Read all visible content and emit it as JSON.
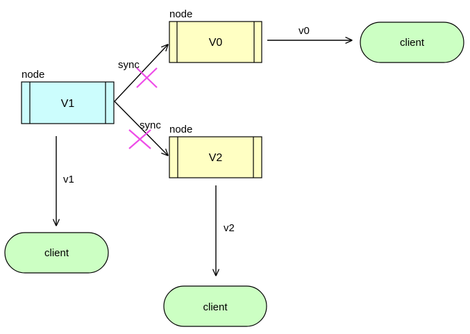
{
  "colors": {
    "node_v1_fill": "#ccfdfd",
    "node_v0_v2_fill": "#ffffc3",
    "client_fill": "#ccffc3",
    "cross_mark": "#ee4ce8",
    "stroke": "#000000"
  },
  "nodes": [
    {
      "id": "v0",
      "caption": "node",
      "label": "V0"
    },
    {
      "id": "v1",
      "caption": "node",
      "label": "V1"
    },
    {
      "id": "v2",
      "caption": "node",
      "label": "V2"
    }
  ],
  "clients": [
    {
      "id": "client-v0",
      "label": "client"
    },
    {
      "id": "client-v1",
      "label": "client"
    },
    {
      "id": "client-v2",
      "label": "client"
    }
  ],
  "edges": [
    {
      "from": "v1",
      "to": "v0",
      "label": "sync",
      "blocked": true
    },
    {
      "from": "v1",
      "to": "v2",
      "label": "sync",
      "blocked": true
    },
    {
      "from": "v0",
      "to": "client-v0",
      "label": "v0",
      "blocked": false
    },
    {
      "from": "v1",
      "to": "client-v1",
      "label": "v1",
      "blocked": false
    },
    {
      "from": "v2",
      "to": "client-v2",
      "label": "v2",
      "blocked": false
    }
  ],
  "icons": {
    "blocked_marker": "cross-icon"
  }
}
